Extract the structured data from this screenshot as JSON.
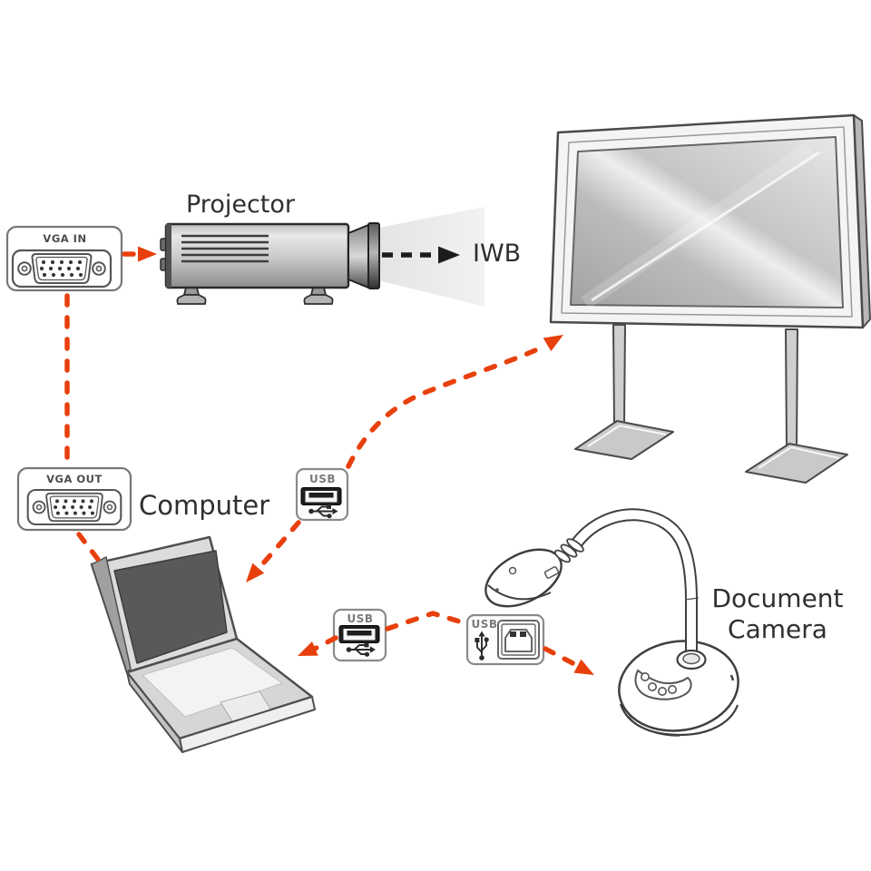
{
  "diagram": {
    "devices": {
      "projector": {
        "label": "Projector"
      },
      "iwb": {
        "label": "IWB"
      },
      "computer": {
        "label": "Computer"
      },
      "document_camera": {
        "label_line1": "Document",
        "label_line2": "Camera"
      }
    },
    "ports": {
      "vga_in": {
        "label": "VGA IN",
        "type": "vga-connector"
      },
      "vga_out": {
        "label": "VGA OUT",
        "type": "vga-connector"
      },
      "usb_display": {
        "label": "USB",
        "type": "usb-type-a"
      },
      "usb_computer_side": {
        "label": "USB",
        "type": "usb-type-a"
      },
      "usb_camera_side": {
        "label": "USB",
        "type": "usb-type-b"
      }
    },
    "connections": [
      {
        "from": "vga_in",
        "to": "projector",
        "style": "red-dashed",
        "arrow_at": "projector"
      },
      {
        "from": "vga_in",
        "to": "vga_out",
        "style": "red-dashed",
        "arrow_at": "none"
      },
      {
        "from": "vga_out",
        "to": "computer",
        "style": "red-dashed",
        "arrow_at": "none"
      },
      {
        "from": "usb_display",
        "to": "computer",
        "style": "red-dashed",
        "arrow_at": "computer"
      },
      {
        "from": "usb_display",
        "to": "iwb",
        "style": "red-dashed",
        "arrow_at": "iwb"
      },
      {
        "from": "usb_computer_side",
        "to": "computer",
        "style": "red-dashed",
        "arrow_at": "computer"
      },
      {
        "from": "usb_computer_side",
        "to": "usb_camera_side",
        "style": "red-dashed",
        "arrow_at": "none"
      },
      {
        "from": "usb_camera_side",
        "to": "document_camera",
        "style": "red-dashed",
        "arrow_at": "document_camera"
      },
      {
        "from": "projector",
        "to": "iwb",
        "style": "black-dashed",
        "arrow_at": "iwb"
      }
    ],
    "colors": {
      "connection": "#e8400d",
      "beam": "#eaeaea",
      "text": "#2f2f2f",
      "port_label": "#4d4d4d",
      "usb_label": "#7b7b7b"
    }
  }
}
